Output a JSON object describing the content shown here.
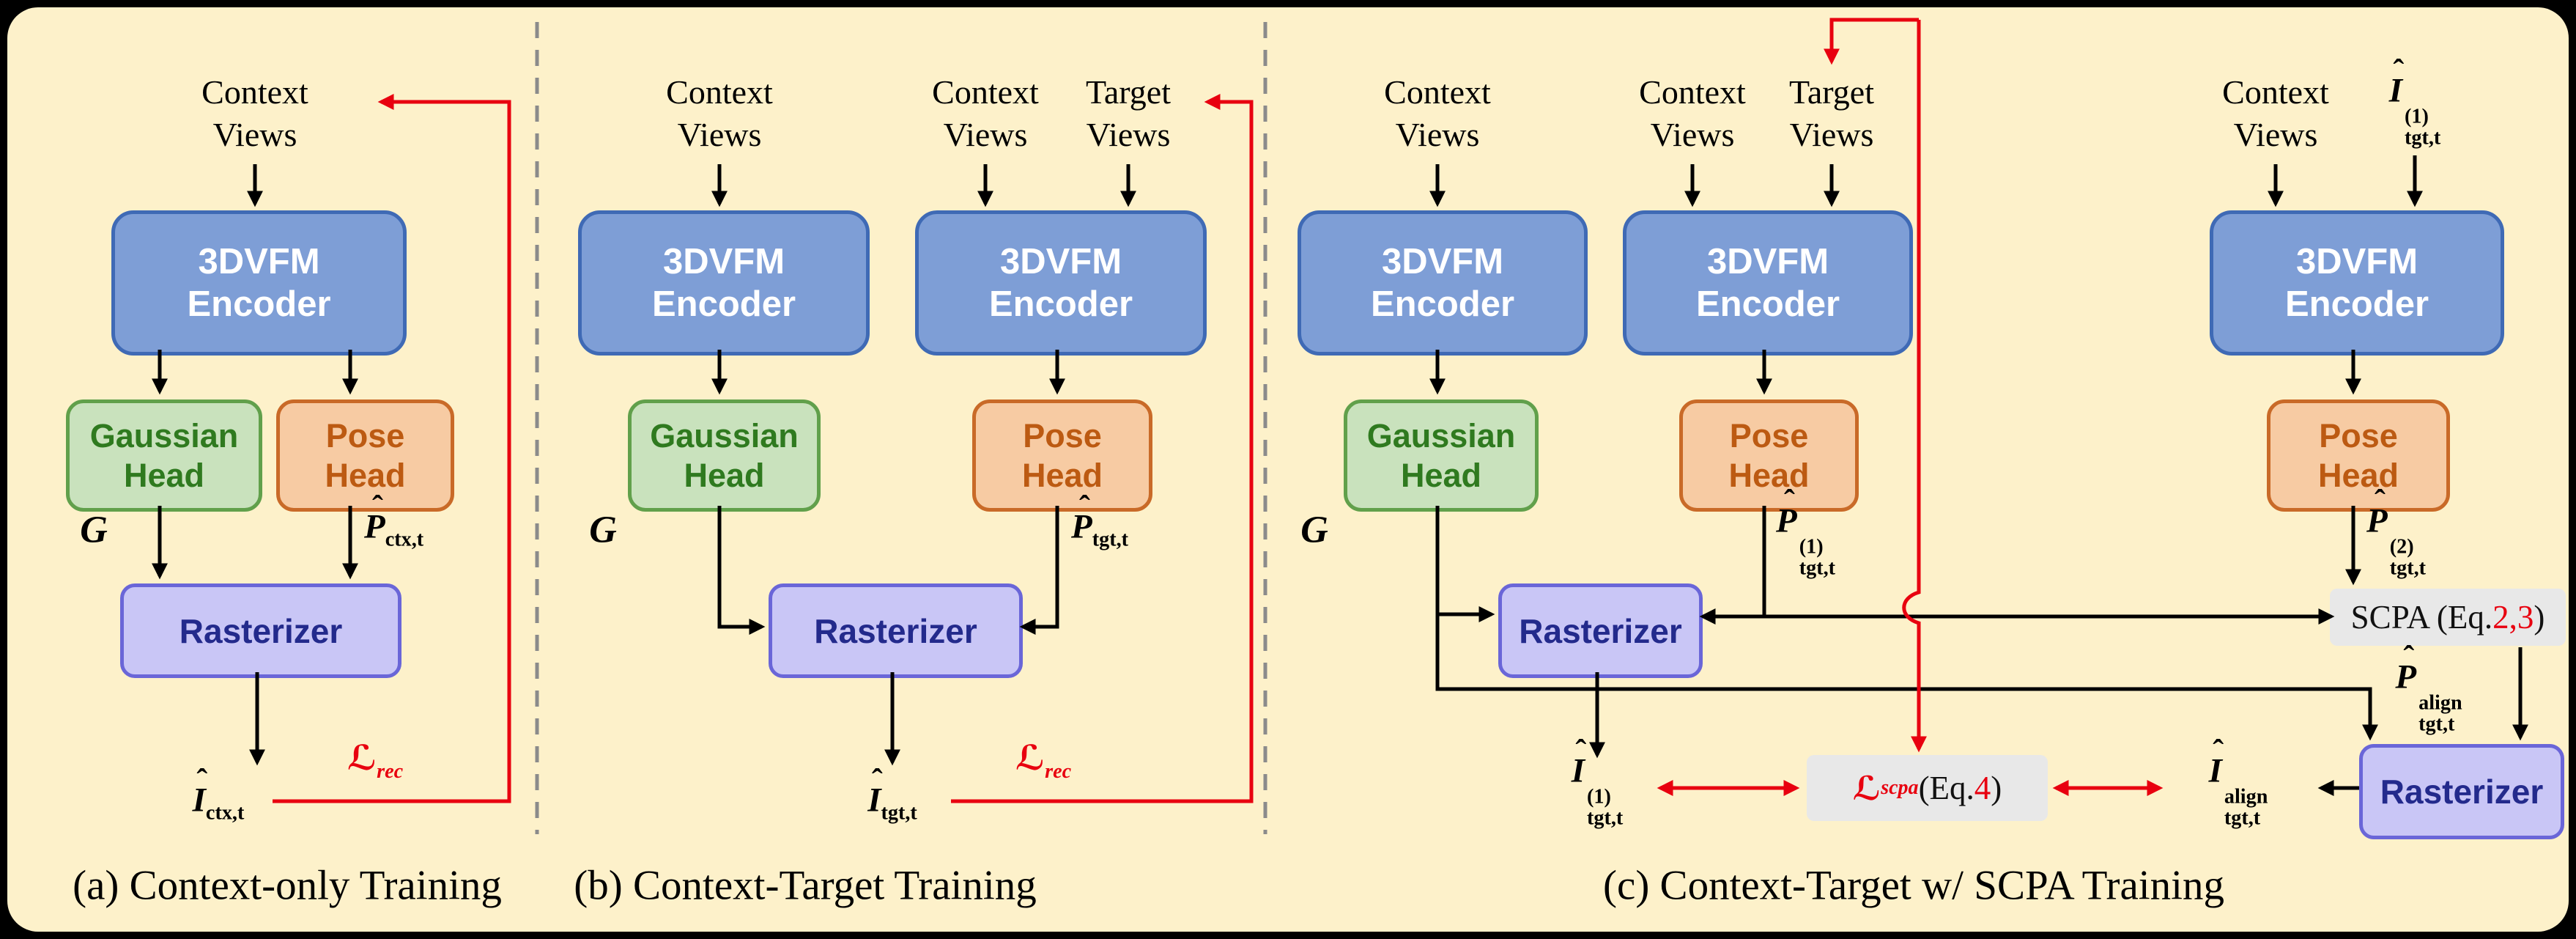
{
  "colors": {
    "background": "#fdf1ca",
    "encoder_fill": "#7e9ed6",
    "encoder_border": "#3f6ab5",
    "gaussian_fill": "#c9e2bd",
    "gaussian_border": "#61a04b",
    "gaussian_text": "#2f7a1f",
    "pose_fill": "#f7cba3",
    "pose_border": "#c96a28",
    "pose_text": "#bc5a12",
    "rasterizer_fill": "#c9c6f6",
    "rasterizer_border": "#6a66d8",
    "rasterizer_text": "#232a8c",
    "gray_fill": "#e8e8e8",
    "red": "#e8000f",
    "separator": "#8b8b8b"
  },
  "boxes": {
    "encoder": {
      "l1": "3DVFM",
      "l2": "Encoder"
    },
    "gaussian": {
      "l1": "Gaussian",
      "l2": "Head"
    },
    "pose": {
      "l1": "Pose",
      "l2": "Head"
    },
    "rasterizer": "Rasterizer",
    "scpa": {
      "pre": "SCPA (Eq. ",
      "nums": "2,3",
      "post": ")"
    },
    "loss_scpa": {
      "sym": "ℒ",
      "sub": "scpa",
      "pre": "(Eq. ",
      "num": "4",
      "post": ")"
    }
  },
  "labels": {
    "context": {
      "l1": "Context",
      "l2": "Views"
    },
    "target": {
      "l1": "Target",
      "l2": "Views"
    },
    "g": "G",
    "hat": "ˆ",
    "p": "P",
    "i": "I",
    "sub_ctx": "ctx,t",
    "sub_tgt": "tgt,t",
    "sup_1": "(1)",
    "sup_2": "(2)",
    "sup_align": "align",
    "loss": {
      "sym": "ℒ",
      "sub": "rec"
    }
  },
  "captions": {
    "a": "(a) Context-only Training",
    "b": "(b) Context-Target Training",
    "c": "(c) Context-Target w/ SCPA Training"
  }
}
